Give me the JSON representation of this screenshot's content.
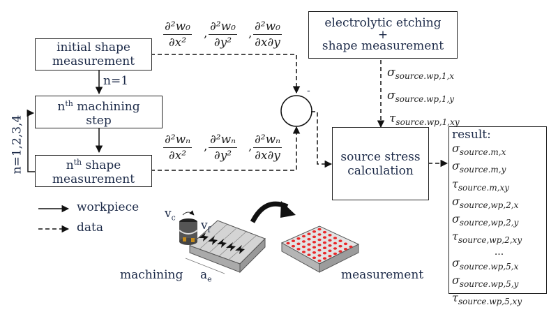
{
  "boxes": {
    "initial_shape": [
      "initial shape",
      "measurement"
    ],
    "machining_step": {
      "prefix": "n",
      "sup": "th",
      "line1_rest": " machining",
      "line2": "step"
    },
    "nth_shape": {
      "prefix": "n",
      "sup": "th",
      "line1_rest": " shape",
      "line2": "measurement"
    },
    "etching": [
      "electrolytic etching",
      "+",
      "shape measurement"
    ],
    "source_stress": [
      "source stress",
      "calculation"
    ]
  },
  "labels": {
    "n_equals_1": "n=1",
    "loop_label": "n=1,2,3,4",
    "minus_sign": "-"
  },
  "derivatives": {
    "w0": [
      {
        "num": "∂²w₀",
        "den": "∂x²"
      },
      {
        "num": "∂²w₀",
        "den": "∂y²"
      },
      {
        "num": "∂²w₀",
        "den": "∂x∂y"
      }
    ],
    "wn": [
      {
        "num": "∂²wₙ",
        "den": "∂x²"
      },
      {
        "num": "∂²wₙ",
        "den": "∂y²"
      },
      {
        "num": "∂²wₙ",
        "den": "∂x∂y"
      }
    ],
    "separator": ","
  },
  "etching_outputs": [
    {
      "symbol": "σ",
      "sub": "source.wp,1,x"
    },
    {
      "symbol": "σ",
      "sub": "source.wp,1,y"
    },
    {
      "symbol": "τ",
      "sub": "source.wp,1,xy"
    }
  ],
  "result": {
    "title": "result:",
    "items": [
      {
        "symbol": "σ",
        "sub": "source.m,x"
      },
      {
        "symbol": "σ",
        "sub": "source.m,y"
      },
      {
        "symbol": "τ",
        "sub": "source.m,xy"
      },
      {
        "symbol": "σ",
        "sub": "source,wp,2,x"
      },
      {
        "symbol": "σ",
        "sub": "source,wp,2,y"
      },
      {
        "symbol": "τ",
        "sub": "source,wp,2,xy"
      }
    ],
    "ellipsis": "...",
    "items_after": [
      {
        "symbol": "σ",
        "sub": "source.wp,5,x"
      },
      {
        "symbol": "σ",
        "sub": "source.wp,5,y"
      },
      {
        "symbol": "τ",
        "sub": "source.wp,5,xy"
      }
    ]
  },
  "legend": {
    "solid": "workpiece",
    "dashed": "data"
  },
  "illustration": {
    "vc": {
      "base": "v",
      "sub": "c"
    },
    "vf": {
      "base": "v",
      "sub": "f"
    },
    "ae": {
      "base": "a",
      "sub": "e"
    },
    "machining_label": "machining",
    "measurement_label": "measurement",
    "dot_color": "#e8282a"
  }
}
